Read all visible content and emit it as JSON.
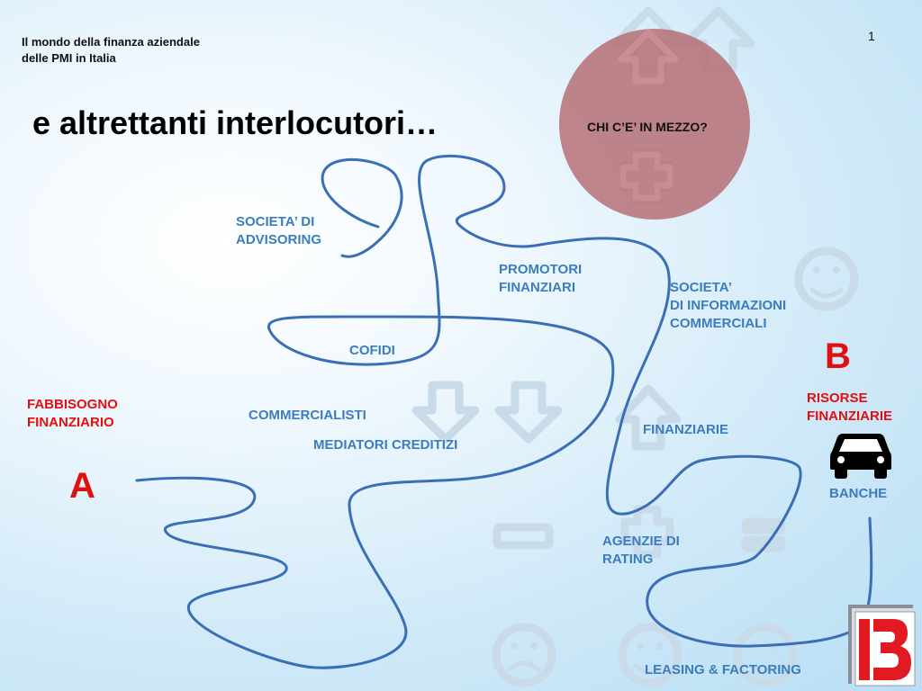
{
  "header": {
    "line1": "Il mondo della finanza aziendale",
    "line2": "delle PMI in Italia"
  },
  "page_number": "1",
  "title": "e altrettanti interlocutori…",
  "circle_question": "CHI C’E’ IN MEZZO?",
  "left": {
    "need_line1": "FABBISOGNO",
    "need_line2": "FINANZIARIO",
    "letter": "A"
  },
  "right": {
    "letter": "B",
    "resources_line1": "RISORSE",
    "resources_line2": "FINANZIARIE",
    "banks": "BANCHE"
  },
  "intermediaries": {
    "advisoring_line1": "SOCIETA’ DI",
    "advisoring_line2": "ADVISORING",
    "promotori_line1": "PROMOTORI",
    "promotori_line2": "FINANZIARI",
    "info_line1": "SOCIETA’",
    "info_line2": "DI INFORMAZIONI",
    "info_line3": "COMMERCIALI",
    "cofidi": "COFIDI",
    "commercialisti": "COMMERCIALISTI",
    "mediatori": "MEDIATORI CREDITIZI",
    "finanziarie": "FINANZIARIE",
    "rating_line1": "AGENZIE DI",
    "rating_line2": "RATING",
    "leasing": "LEASING & FACTORING"
  },
  "colors": {
    "path_blue": "#3a6fb5",
    "label_blue": "#3b7dbd",
    "accent_red": "#e01010",
    "circle_fill": "#b56a72"
  },
  "icons": [
    "arrow-up-icon",
    "plus-icon",
    "arrow-down-icon",
    "minus-icon",
    "equals-icon",
    "smiley-icon",
    "sad-face-icon",
    "car-icon",
    "logo-b-icon"
  ]
}
